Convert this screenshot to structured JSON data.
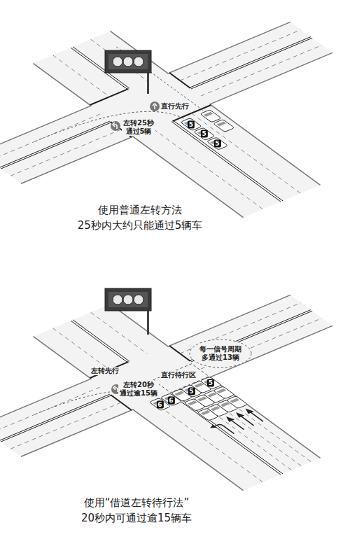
{
  "diagram": {
    "labels": [
      "直行先行",
      "左转25秒 通过5辆",
      "5",
      "5",
      "5",
      "使用普通左转方法 25秒内大约只能通过5辆车",
      "直行待行区",
      "每一信号周期 多通过13辆",
      "左转先行",
      "左转20秒 通过逾15辆",
      "6",
      "6",
      "5",
      "5",
      "使用“借道左转待行法” 20秒内可通过逾15辆车"
    ]
  }
}
